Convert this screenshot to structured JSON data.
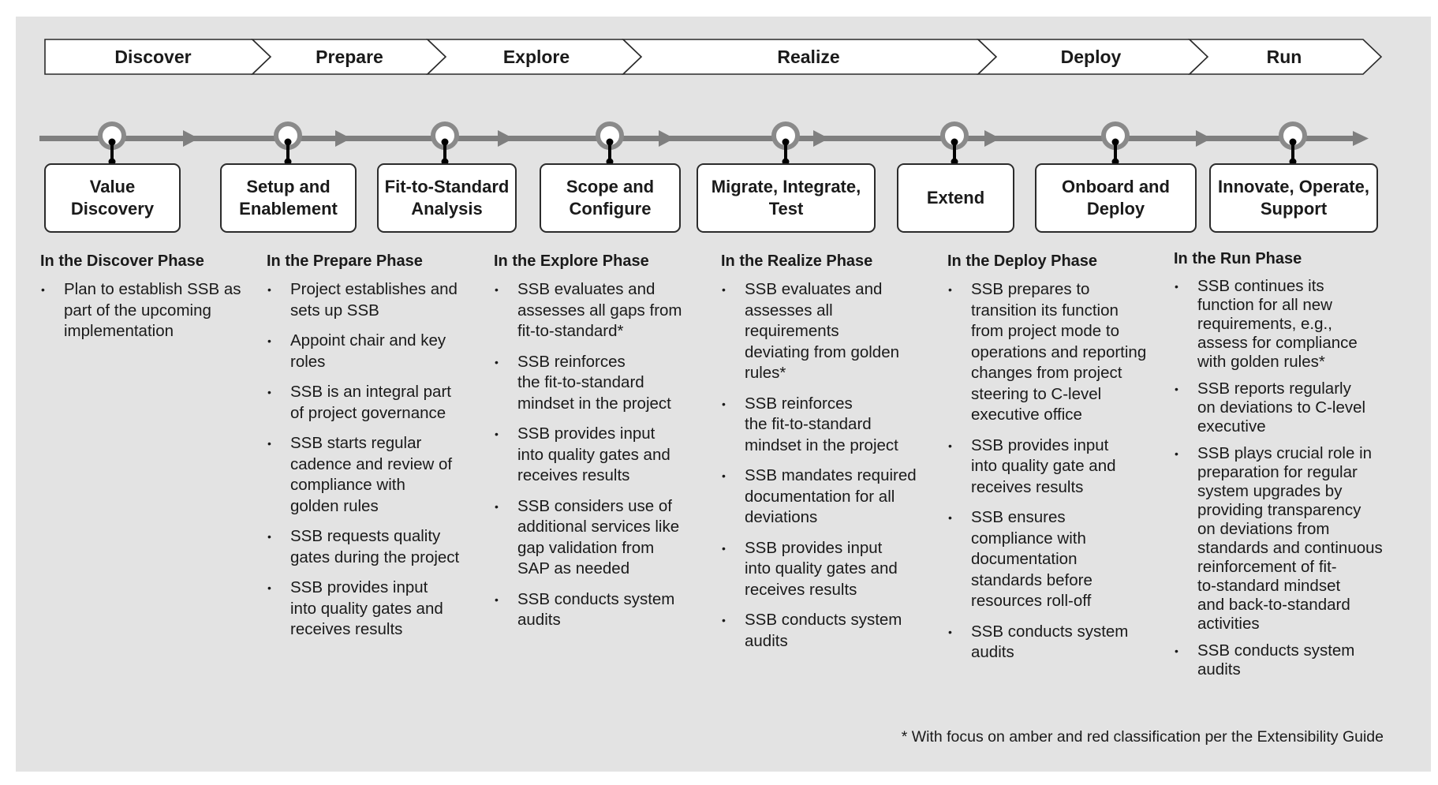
{
  "phases": [
    {
      "label": "Discover"
    },
    {
      "label": "Prepare"
    },
    {
      "label": "Explore"
    },
    {
      "label": "Realize"
    },
    {
      "label": "Deploy"
    },
    {
      "label": "Run"
    }
  ],
  "steps": [
    {
      "lines": [
        "Value",
        "Discovery"
      ]
    },
    {
      "lines": [
        "Setup and",
        "Enablement"
      ]
    },
    {
      "lines": [
        "Fit-to-Standard",
        "Analysis"
      ]
    },
    {
      "lines": [
        "Scope and",
        "Configure"
      ]
    },
    {
      "lines": [
        "Migrate, Integrate,",
        "Test"
      ]
    },
    {
      "lines": [
        "Extend"
      ]
    },
    {
      "lines": [
        "Onboard and",
        "Deploy"
      ]
    },
    {
      "lines": [
        "Innovate, Operate,",
        "Support"
      ]
    }
  ],
  "columns": [
    {
      "title": "In the Discover Phase",
      "bullets": [
        [
          "Plan to establish SSB as",
          "part of the upcoming",
          "implementation"
        ]
      ]
    },
    {
      "title": "In the Prepare Phase",
      "bullets": [
        [
          "Project establishes and",
          "sets up SSB"
        ],
        [
          "Appoint chair and key",
          "roles"
        ],
        [
          "SSB is an integral part",
          "of project governance"
        ],
        [
          "SSB starts regular",
          "cadence and review of",
          "compliance with",
          "golden rules"
        ],
        [
          "SSB requests quality",
          "gates during the project"
        ],
        [
          "SSB provides input",
          "into quality gates and",
          "receives results"
        ]
      ]
    },
    {
      "title": "In the Explore Phase",
      "bullets": [
        [
          "SSB evaluates and",
          "assesses all gaps from",
          "fit-to-standard*"
        ],
        [
          "SSB reinforces",
          "the fit-to-standard",
          "mindset in the project"
        ],
        [
          "SSB provides input",
          "into quality gates and",
          "receives results"
        ],
        [
          "SSB considers use of",
          "additional services like",
          "gap validation from",
          "SAP as needed"
        ],
        [
          "SSB conducts system",
          "audits"
        ]
      ]
    },
    {
      "title": "In the Realize Phase",
      "bullets": [
        [
          "SSB evaluates and",
          "assesses all",
          "requirements",
          "deviating from golden",
          "rules*"
        ],
        [
          "SSB reinforces",
          "the fit-to-standard",
          "mindset in the project"
        ],
        [
          "SSB mandates required",
          "documentation for all",
          "deviations"
        ],
        [
          "SSB provides input",
          "into quality gates and",
          "receives results"
        ],
        [
          "SSB conducts system",
          "audits"
        ]
      ]
    },
    {
      "title": "In the Deploy Phase",
      "bullets": [
        [
          "SSB prepares to",
          "transition its function",
          "from project mode to",
          "operations and reporting",
          "changes from project",
          "steering to C-level",
          "executive office"
        ],
        [
          "SSB provides input",
          "into quality gate and",
          "receives results"
        ],
        [
          "SSB ensures",
          "compliance with",
          "documentation",
          "standards before",
          "resources roll-off"
        ],
        [
          "SSB conducts system",
          "audits"
        ]
      ]
    },
    {
      "title": "In the Run Phase",
      "bullets": [
        [
          "SSB continues its",
          "function for all new",
          "requirements, e.g.,",
          "assess for compliance",
          "with golden rules*"
        ],
        [
          "SSB reports regularly",
          "on deviations to C-level",
          "executive"
        ],
        [
          "SSB plays crucial role in",
          "preparation for regular",
          "system upgrades by",
          "providing transparency",
          "on deviations from",
          "standards and continuous",
          "reinforcement of fit-",
          "to-standard mindset",
          "and back-to-standard",
          "activities"
        ],
        [
          "SSB conducts system",
          "audits"
        ]
      ]
    }
  ],
  "footnote": "* With focus on amber and red classification per the Extensibility Guide",
  "colors": {
    "panel": "#e3e3e3",
    "timeline": "#7f7f7f",
    "connector": "#000000",
    "box_border": "#2b2b2b"
  }
}
